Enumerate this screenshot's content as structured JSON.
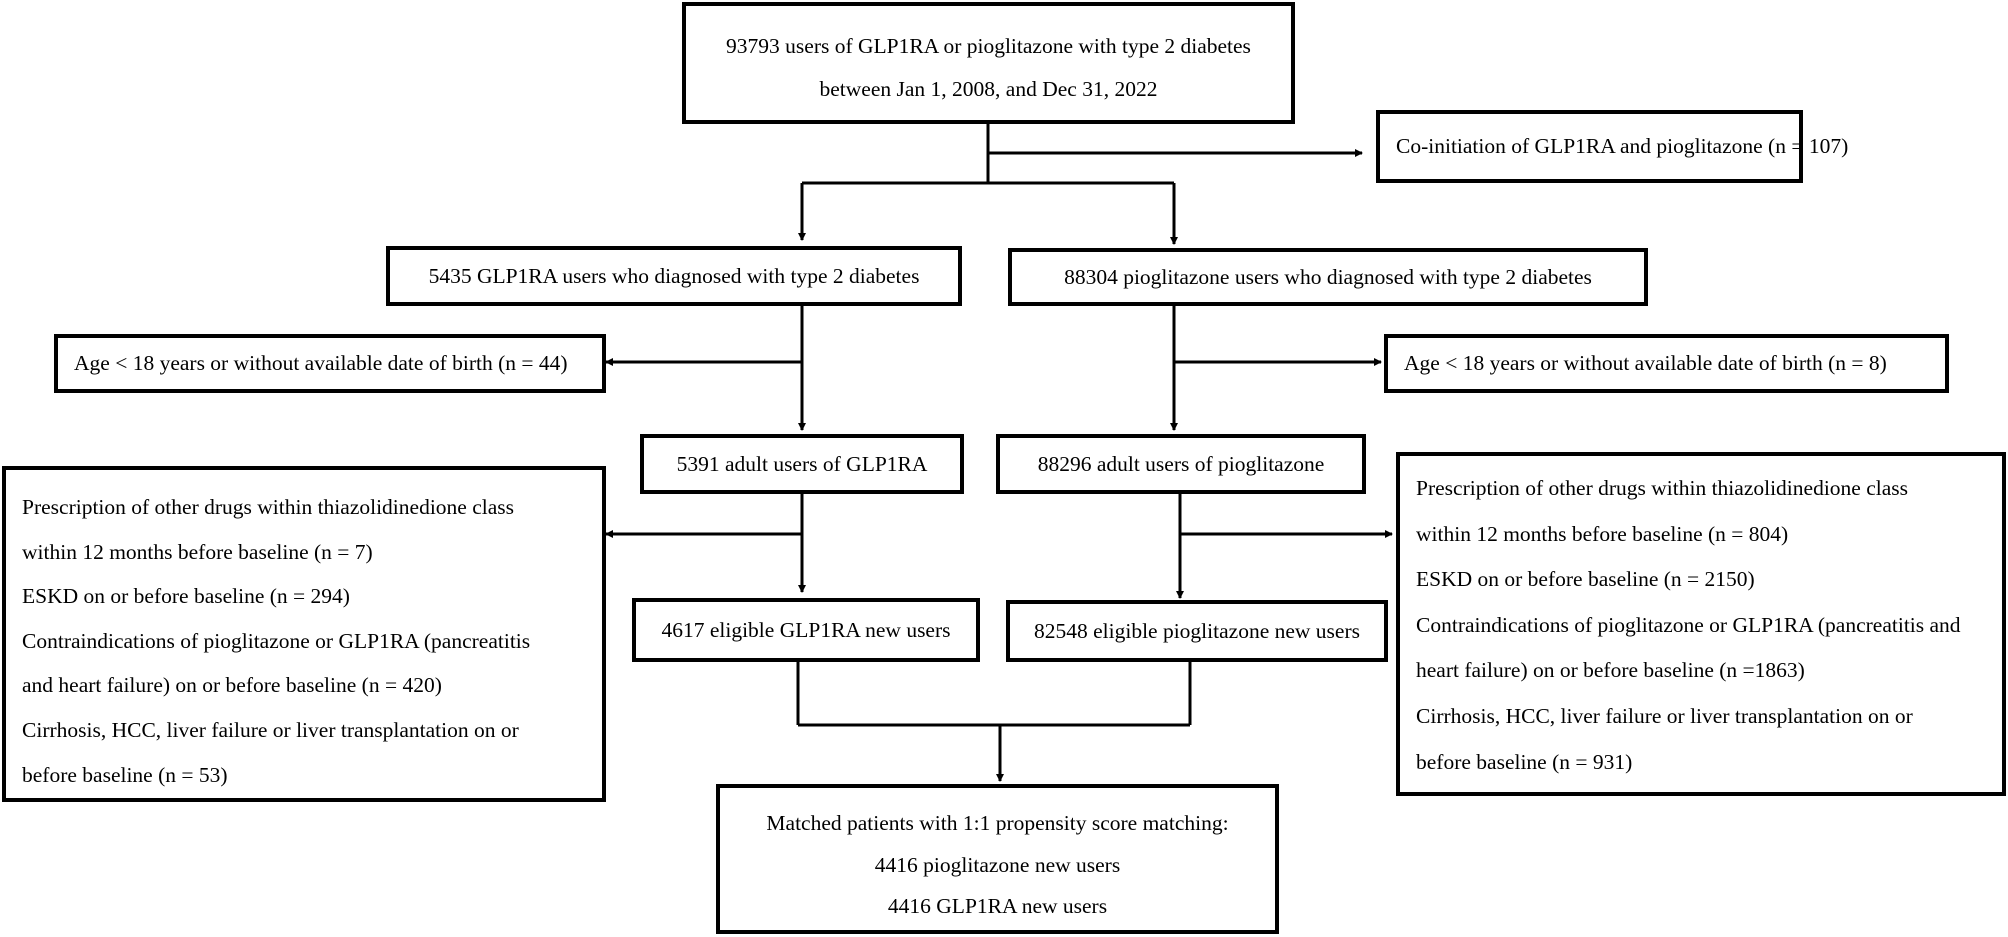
{
  "boxes": {
    "top": {
      "lines": [
        "93793 users of GLP1RA or pioglitazone with type 2 diabetes",
        "between Jan 1, 2008, and Dec 31, 2022"
      ]
    },
    "coinit": {
      "lines": [
        "Co-initiation of GLP1RA and pioglitazone (n = 107)"
      ]
    },
    "glp_diag": {
      "lines": [
        "5435 GLP1RA users who diagnosed with type 2 diabetes"
      ]
    },
    "pio_diag": {
      "lines": [
        "88304 pioglitazone users who diagnosed with type 2 diabetes"
      ]
    },
    "glp_age_excl": {
      "lines": [
        "Age < 18 years or without available date of birth (n = 44)"
      ]
    },
    "pio_age_excl": {
      "lines": [
        "Age < 18 years or without available date of birth (n = 8)"
      ]
    },
    "glp_adult": {
      "lines": [
        "5391 adult users of GLP1RA"
      ]
    },
    "pio_adult": {
      "lines": [
        "88296 adult users of pioglitazone"
      ]
    },
    "glp_excl": {
      "lines": [
        "Prescription of other drugs within thiazolidinedione class",
        "within 12 months before baseline (n = 7)",
        "ESKD on or before baseline (n = 294)",
        "Contraindications of pioglitazone or GLP1RA (pancreatitis",
        "and heart failure) on or before baseline (n = 420)",
        "Cirrhosis, HCC, liver failure or liver transplantation on or",
        "before baseline (n = 53)"
      ]
    },
    "pio_excl": {
      "lines": [
        "Prescription of other drugs within thiazolidinedione class",
        "within 12 months before baseline (n = 804)",
        "ESKD on or before baseline (n = 2150)",
        "Contraindications of pioglitazone or GLP1RA (pancreatitis and",
        "heart failure) on or before baseline (n =1863)",
        "Cirrhosis, HCC, liver failure or liver transplantation on or",
        "before baseline (n = 931)"
      ]
    },
    "glp_eligible": {
      "lines": [
        "4617 eligible GLP1RA new users"
      ]
    },
    "pio_eligible": {
      "lines": [
        "82548 eligible pioglitazone new users"
      ]
    },
    "matched": {
      "lines": [
        "Matched patients with 1:1 propensity score matching:",
        "4416 pioglitazone new users",
        "4416 GLP1RA new users"
      ]
    }
  },
  "colors": {
    "line": "#000000",
    "background": "#ffffff"
  }
}
